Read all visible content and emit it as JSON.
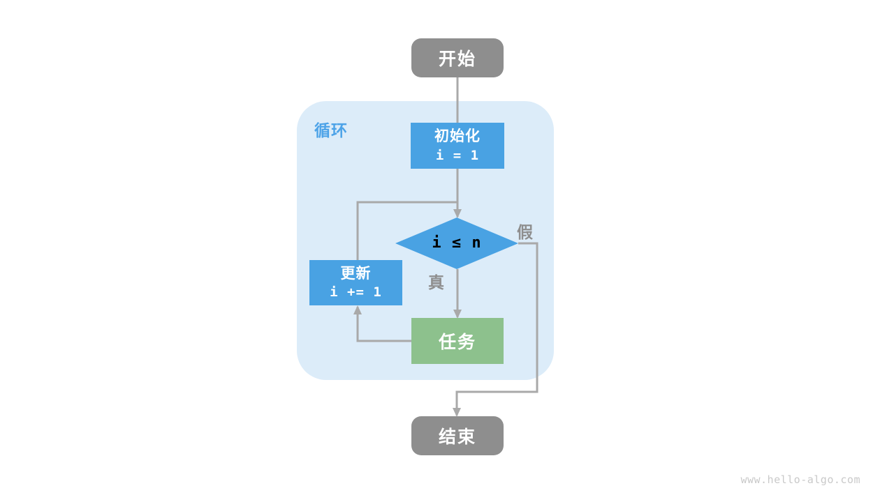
{
  "diagram": {
    "container": {
      "label": "循环"
    },
    "nodes": {
      "start": {
        "label": "开始"
      },
      "init": {
        "label": "初始化",
        "code": "i = 1"
      },
      "condition": {
        "code": "i ≤ n"
      },
      "update": {
        "label": "更新",
        "code": "i += 1"
      },
      "task": {
        "label": "任务"
      },
      "end": {
        "label": "结束"
      }
    },
    "edge_labels": {
      "true_branch": "真",
      "false_branch": "假"
    },
    "colors": {
      "node_blue": "#49a2e3",
      "node_green": "#8dc18d",
      "node_gray": "#8e8e8e",
      "container_bg": "#dcecf9",
      "line_gray": "#a9a9a9",
      "label_gray": "#8e8e8e",
      "accent_blue": "#4da3e8",
      "watermark_gray": "#c9c9c9"
    },
    "watermark": "www.hello-algo.com"
  }
}
